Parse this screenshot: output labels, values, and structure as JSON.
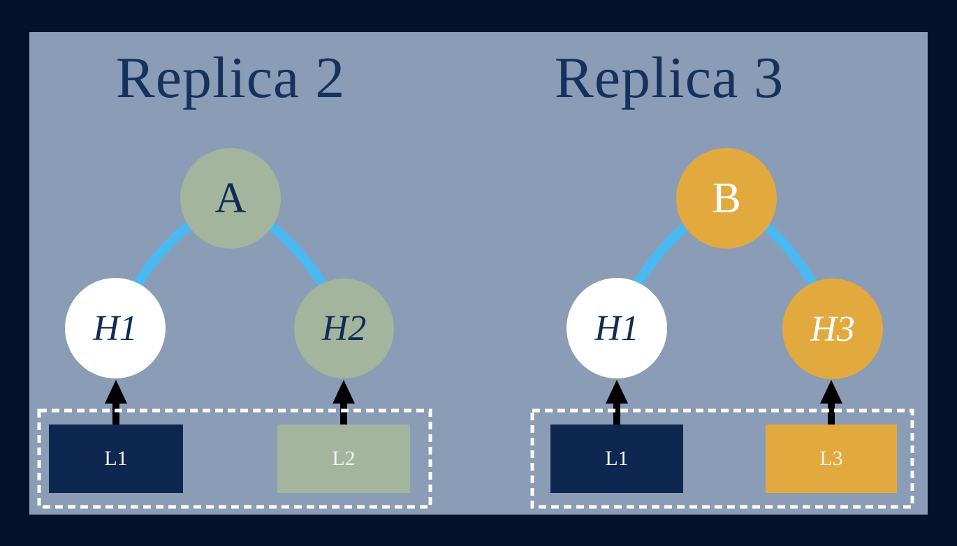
{
  "figure": {
    "background": "#05122b",
    "panel_background": "#8a9cb6",
    "edge_color": "#4ab9f2",
    "arrow_color": "#000000",
    "group_box_border_color": "#ffffff",
    "navy": "#0d2750",
    "sage": "#a3b59d",
    "gold": "#e2aa3e",
    "white": "#ffffff",
    "title_text_color": "#14325c"
  },
  "replicas": [
    {
      "title": "Replica 2",
      "root": {
        "label": "A",
        "fill": "#a3b59d"
      },
      "children": [
        {
          "label": "H1",
          "fill": "#ffffff"
        },
        {
          "label": "H2",
          "fill": "#a3b59d"
        }
      ],
      "leaves": [
        {
          "label": "L1",
          "fill": "#0d2750"
        },
        {
          "label": "L2",
          "fill": "#a3b59d"
        }
      ]
    },
    {
      "title": "Replica 3",
      "root": {
        "label": "B",
        "fill": "#e2aa3e"
      },
      "children": [
        {
          "label": "H1",
          "fill": "#ffffff"
        },
        {
          "label": "H3",
          "fill": "#e2aa3e"
        }
      ],
      "leaves": [
        {
          "label": "L1",
          "fill": "#0d2750"
        },
        {
          "label": "L3",
          "fill": "#e2aa3e"
        }
      ]
    }
  ]
}
